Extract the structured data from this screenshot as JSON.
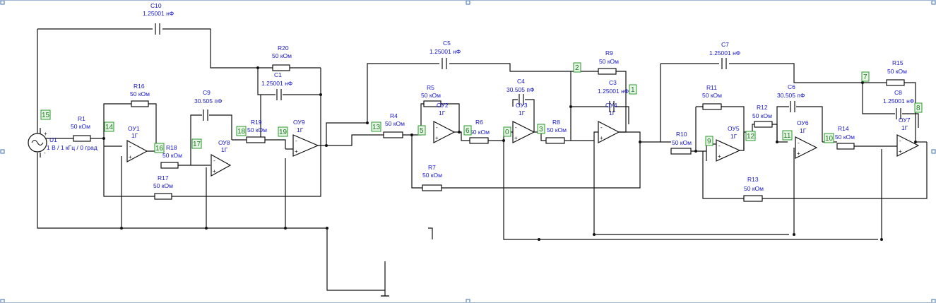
{
  "source": {
    "name": "U1",
    "value": "1 В / 1 кГц / 0 град"
  },
  "resistors": [
    {
      "id": "R1",
      "value": "50 кОм"
    },
    {
      "id": "R16",
      "value": "50 кОм"
    },
    {
      "id": "R17",
      "value": "50 кОм"
    },
    {
      "id": "R18",
      "value": "50 кОм"
    },
    {
      "id": "R19",
      "value": "50 кОм"
    },
    {
      "id": "R20",
      "value": "50 кОм"
    },
    {
      "id": "R4",
      "value": "50 кОм"
    },
    {
      "id": "R5",
      "value": "50 кОм"
    },
    {
      "id": "R6",
      "value": "50 кОм"
    },
    {
      "id": "R7",
      "value": "50 кОм"
    },
    {
      "id": "R8",
      "value": "50 кОм"
    },
    {
      "id": "R9",
      "value": "50 кОм"
    },
    {
      "id": "R10",
      "value": "50 кОм"
    },
    {
      "id": "R11",
      "value": "50 кОм"
    },
    {
      "id": "R12",
      "value": "50 кОм"
    },
    {
      "id": "R13",
      "value": "50 кОм"
    },
    {
      "id": "R14",
      "value": "50 кОм"
    },
    {
      "id": "R15",
      "value": "50 кОм"
    }
  ],
  "capacitors": [
    {
      "id": "C10",
      "value": "1.25001 нФ"
    },
    {
      "id": "C9",
      "value": "30.505 пФ"
    },
    {
      "id": "C1",
      "value": "1.25001 нФ"
    },
    {
      "id": "C5",
      "value": "1.25001 нФ"
    },
    {
      "id": "C4",
      "value": "30.505 пФ"
    },
    {
      "id": "C3",
      "value": "1.25001 нФ"
    },
    {
      "id": "C7",
      "value": "1.25001 нФ"
    },
    {
      "id": "C6",
      "value": "30.505 пФ"
    },
    {
      "id": "C8",
      "value": "1.25001 нФ"
    }
  ],
  "opamps": [
    {
      "id": "ОУ1",
      "gain": "1Г"
    },
    {
      "id": "ОУ8",
      "gain": "1Г"
    },
    {
      "id": "ОУ9",
      "gain": "1Г"
    },
    {
      "id": "ОУ2",
      "gain": "1Г"
    },
    {
      "id": "ОУ3",
      "gain": "1Г"
    },
    {
      "id": "ОУ4",
      "gain": "1Г"
    },
    {
      "id": "ОУ5",
      "gain": "1Г"
    },
    {
      "id": "ОУ6",
      "gain": "1Г"
    },
    {
      "id": "ОУ7",
      "gain": "1Г"
    }
  ],
  "nodes": [
    "15",
    "14",
    "16",
    "17",
    "18",
    "19",
    "13",
    "5",
    "6",
    "0",
    "3",
    "2",
    "1",
    "9",
    "12",
    "11",
    "10",
    "7",
    "8"
  ],
  "pins": {
    "plus": "+",
    "minus": "-"
  }
}
